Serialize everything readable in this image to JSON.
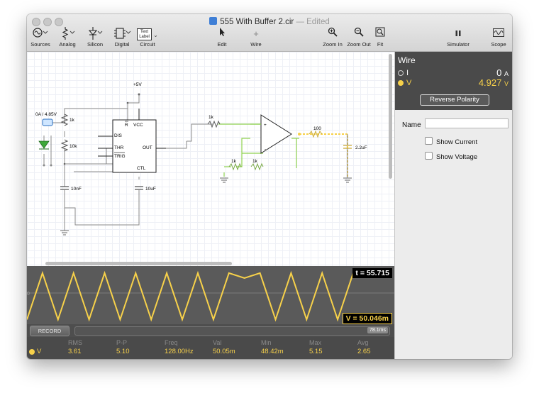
{
  "window": {
    "title": "555 With Buffer 2.cir",
    "edited_suffix": "— Edited"
  },
  "toolbar": {
    "items": [
      {
        "name": "sources",
        "label": "Sources",
        "icon": "sine-source-icon"
      },
      {
        "name": "analog",
        "label": "Analog",
        "icon": "resistor-icon"
      },
      {
        "name": "silicon",
        "label": "Silicon",
        "icon": "diode-icon"
      },
      {
        "name": "digital",
        "label": "Digital",
        "icon": "chip-icon"
      },
      {
        "name": "circuit",
        "label": "Circuit",
        "icon": "text-label-icon"
      },
      {
        "name": "edit",
        "label": "Edit",
        "icon": "pointer-icon"
      },
      {
        "name": "wire",
        "label": "Wire",
        "icon": "plus-icon"
      },
      {
        "name": "zoom-in",
        "label": "Zoom In",
        "icon": "zoom-in-icon"
      },
      {
        "name": "zoom-out",
        "label": "Zoom Out",
        "icon": "zoom-out-icon"
      },
      {
        "name": "fit",
        "label": "Fit",
        "icon": "fit-icon"
      },
      {
        "name": "simulator",
        "label": "Simulator",
        "icon": "pause-icon"
      },
      {
        "name": "scope",
        "label": "Scope",
        "icon": "waveform-icon"
      }
    ],
    "text_label_icon_line1": "Text",
    "text_label_icon_line2": "Label"
  },
  "circuit": {
    "labels": {
      "vcc5": "+5V",
      "source": "0A / 4.85V",
      "r1": "1k",
      "r2": "10k",
      "r3": "1k",
      "r4": "1k",
      "r5": "1k",
      "r6": "100",
      "c1": "10nF",
      "c2": "10uF",
      "c3": "2.2uF",
      "chip_r": "R",
      "chip_vcc": "VCC",
      "chip_dis": "DIS",
      "chip_thr": "THR",
      "chip_trig": "TRIG",
      "chip_out": "OUT",
      "chip_ctl": "CTL",
      "opamp_plus": "+",
      "opamp_minus": "-"
    }
  },
  "inspector": {
    "title": "Wire",
    "current_label": "I",
    "current_value": "0",
    "current_unit": "A",
    "voltage_label": "V",
    "voltage_value": "4.927",
    "voltage_unit": "V",
    "reverse_button": "Reverse Polarity",
    "name_label": "Name",
    "name_value": "",
    "show_current": "Show Current",
    "show_voltage": "Show Voltage"
  },
  "scope": {
    "time_label": "t = 55.715",
    "voltage_label": "V = 50.046m",
    "trace_color": "#f7d14a",
    "waveform_levels": [
      0.05,
      5.15,
      0.05,
      5.15,
      0.05,
      5.15,
      0.05,
      5.15,
      0.05,
      5.15,
      0.05,
      5.15,
      0.05,
      5.15,
      4.6,
      5.15,
      0.05,
      5.15,
      0.05,
      5.15,
      0.05,
      5.15
    ],
    "zero_marker": "0"
  },
  "record": {
    "button": "RECORD",
    "length": "78.1ms"
  },
  "stats": {
    "trace": "V",
    "headers": [
      "RMS",
      "P-P",
      "Freq",
      "Val",
      "Min",
      "Max",
      "Avg"
    ],
    "values": [
      "3.61",
      "5.10",
      "128.00Hz",
      "50.05m",
      "48.42m",
      "5.15",
      "2.65"
    ]
  }
}
